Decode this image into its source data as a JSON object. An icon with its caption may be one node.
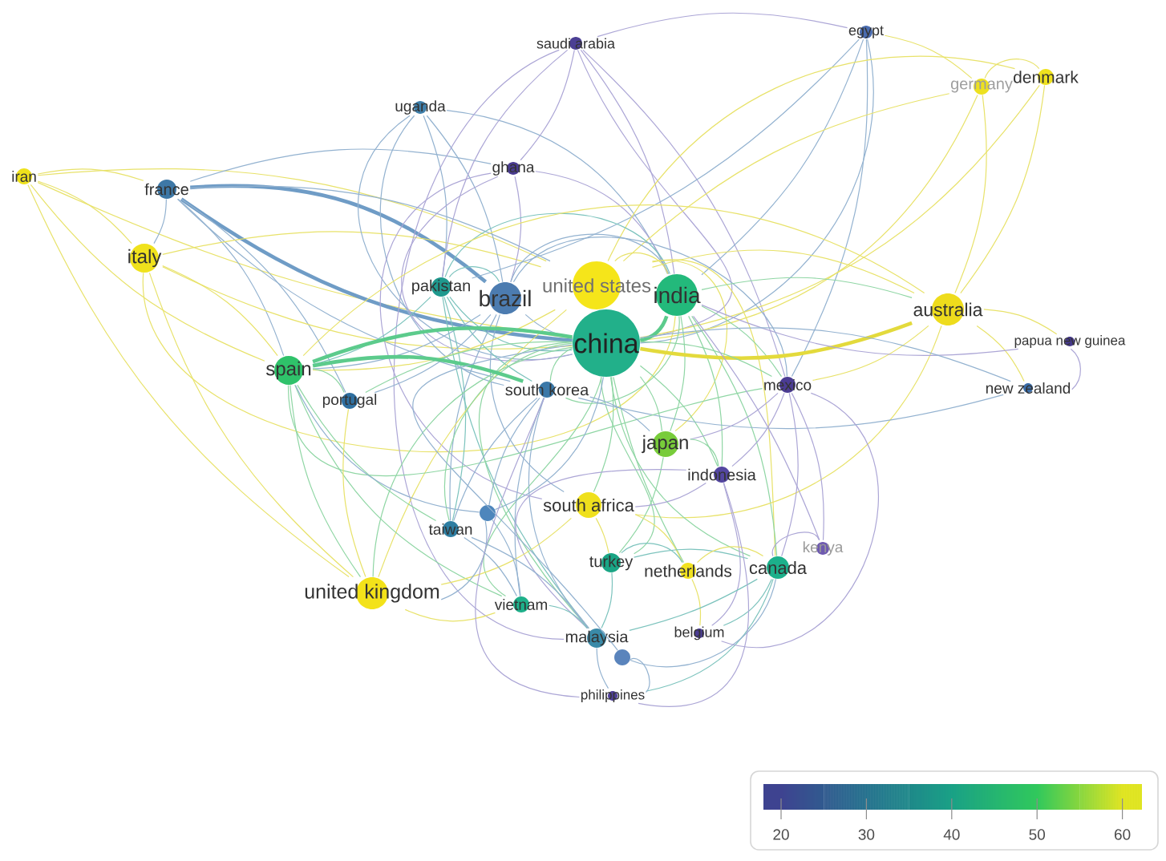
{
  "diagram": {
    "nodes": [
      {
        "text": [
          "egypt"
        ]
      },
      {
        "text": [
          "saudi arabia"
        ]
      },
      {
        "text": [
          "germany"
        ]
      },
      {
        "text": [
          "denmark"
        ]
      },
      {
        "text": [
          "uganda"
        ]
      },
      {
        "text": [
          "ghana"
        ]
      },
      {
        "text": [
          "iran"
        ]
      },
      {
        "text": [
          "france"
        ]
      },
      {
        "text": [
          "italy"
        ]
      },
      {
        "text": [
          "pakistan"
        ]
      },
      {
        "text": [
          "brazil"
        ]
      },
      {
        "text": [
          "united states"
        ]
      },
      {
        "text": [
          "india"
        ]
      },
      {
        "text": [
          "australia"
        ]
      },
      {
        "text": [
          "china"
        ]
      },
      {
        "text": [
          "papua new guinea"
        ]
      },
      {
        "text": [
          "spain"
        ]
      },
      {
        "text": [
          "south korea"
        ]
      },
      {
        "text": [
          "mexico"
        ]
      },
      {
        "text": [
          "new zealand"
        ]
      },
      {
        "text": [
          "portugal"
        ]
      },
      {
        "text": [
          "japan"
        ]
      },
      {
        "text": [
          "indonesia"
        ]
      },
      {
        "text": [
          "south africa"
        ]
      },
      {
        "text": [],
        "shape": "circle"
      },
      {
        "text": [
          "taiwan"
        ]
      },
      {
        "text": [
          "kenya"
        ]
      },
      {
        "text": [
          "turkey"
        ]
      },
      {
        "text": [
          "netherlands"
        ]
      },
      {
        "text": [
          "canada"
        ]
      },
      {
        "text": [
          "united kingdom"
        ]
      },
      {
        "text": [
          "vietnam"
        ]
      },
      {
        "text": [
          "malaysia"
        ]
      },
      {
        "text": [],
        "shape": "circle"
      },
      {
        "text": [
          "belgium"
        ]
      },
      {
        "text": [
          "philippines"
        ]
      }
    ],
    "edges": [
      {
        "from": 6,
        "to": 8,
        "arrow": "none",
        "color": "#e8e26a"
      },
      {
        "from": 6,
        "to": 7,
        "arrow": "none",
        "color": "#e8e26a"
      },
      {
        "from": 6,
        "to": 16,
        "arrow": "none",
        "color": "#e8e26a"
      },
      {
        "from": 6,
        "to": 14,
        "arrow": "none",
        "color": "#e8e26a"
      },
      {
        "from": 6,
        "to": 30,
        "arrow": "none",
        "color": "#e8e26a"
      },
      {
        "from": 6,
        "to": 11,
        "arrow": "none",
        "color": "#e8e26a"
      },
      {
        "from": 7,
        "to": 8,
        "arrow": "none",
        "color": "#93b2d0"
      },
      {
        "from": 7,
        "to": 10,
        "arrow": "none",
        "style": "thick",
        "color": "#6f9cc6"
      },
      {
        "from": 7,
        "to": 14,
        "arrow": "none",
        "style": "thick",
        "color": "#6f9cc6"
      },
      {
        "from": 7,
        "to": 16,
        "arrow": "none",
        "color": "#93b2d0"
      },
      {
        "from": 7,
        "to": 20,
        "arrow": "none",
        "color": "#93b2d0"
      },
      {
        "from": 7,
        "to": 17,
        "arrow": "none",
        "color": "#93b2d0"
      },
      {
        "from": 7,
        "to": 5,
        "arrow": "none",
        "color": "#93b2d0"
      },
      {
        "from": 7,
        "to": 11,
        "arrow": "none",
        "color": "#93b2d0"
      },
      {
        "from": 8,
        "to": 14,
        "arrow": "none",
        "color": "#e8e26a"
      },
      {
        "from": 8,
        "to": 16,
        "arrow": "none",
        "color": "#e8e26a"
      },
      {
        "from": 8,
        "to": 30,
        "arrow": "none",
        "color": "#e8e26a"
      },
      {
        "from": 8,
        "to": 11,
        "arrow": "none",
        "color": "#e8e26a"
      },
      {
        "from": 8,
        "to": 12,
        "arrow": "none",
        "color": "#e8e26a"
      },
      {
        "from": 4,
        "to": 9,
        "arrow": "none",
        "color": "#93b2d0"
      },
      {
        "from": 4,
        "to": 14,
        "arrow": "none",
        "color": "#93b2d0"
      },
      {
        "from": 4,
        "to": 17,
        "arrow": "none",
        "color": "#93b2d0"
      },
      {
        "from": 4,
        "to": 10,
        "arrow": "none",
        "color": "#93b2d0"
      },
      {
        "from": 4,
        "to": 12,
        "arrow": "none",
        "color": "#93b2d0"
      },
      {
        "from": 1,
        "to": 14,
        "arrow": "none",
        "color": "#aca6d6"
      },
      {
        "from": 1,
        "to": 12,
        "arrow": "none",
        "color": "#aca6d6"
      },
      {
        "from": 1,
        "to": 18,
        "arrow": "none",
        "color": "#aca6d6"
      },
      {
        "from": 1,
        "to": 9,
        "arrow": "none",
        "color": "#aca6d6"
      },
      {
        "from": 1,
        "to": 0,
        "arrow": "none",
        "color": "#aca6d6"
      },
      {
        "from": 1,
        "to": 32,
        "arrow": "none",
        "color": "#aca6d6"
      },
      {
        "from": 1,
        "to": 5,
        "arrow": "none",
        "color": "#aca6d6"
      },
      {
        "from": 5,
        "to": 14,
        "arrow": "none",
        "color": "#aca6d6"
      },
      {
        "from": 5,
        "to": 23,
        "arrow": "none",
        "color": "#aca6d6"
      },
      {
        "from": 5,
        "to": 10,
        "arrow": "none",
        "color": "#aca6d6"
      },
      {
        "from": 5,
        "to": 12,
        "arrow": "none",
        "color": "#aca6d6"
      },
      {
        "from": 0,
        "to": 14,
        "arrow": "none",
        "color": "#93b2d0"
      },
      {
        "from": 0,
        "to": 12,
        "arrow": "none",
        "color": "#93b2d0"
      },
      {
        "from": 0,
        "to": 18,
        "arrow": "none",
        "color": "#93b2d0"
      },
      {
        "from": 0,
        "to": 9,
        "arrow": "none",
        "color": "#93b2d0"
      },
      {
        "from": 0,
        "to": 2,
        "arrow": "none",
        "color": "#e8e26a"
      },
      {
        "from": 2,
        "to": 3,
        "arrow": "none",
        "color": "#e8e26a"
      },
      {
        "from": 2,
        "to": 13,
        "arrow": "none",
        "color": "#e8e26a"
      },
      {
        "from": 2,
        "to": 14,
        "arrow": "none",
        "color": "#e8e26a"
      },
      {
        "from": 2,
        "to": 11,
        "arrow": "none",
        "color": "#e8e26a"
      },
      {
        "from": 3,
        "to": 13,
        "arrow": "none",
        "color": "#e8e26a"
      },
      {
        "from": 3,
        "to": 14,
        "arrow": "none",
        "color": "#e8e26a"
      },
      {
        "from": 3,
        "to": 11,
        "arrow": "none",
        "color": "#e8e26a"
      },
      {
        "from": 9,
        "to": 14,
        "arrow": "none",
        "color": "#7cc3bd"
      },
      {
        "from": 9,
        "to": 10,
        "arrow": "none",
        "color": "#7cc3bd"
      },
      {
        "from": 9,
        "to": 12,
        "arrow": "none",
        "color": "#7cc3bd"
      },
      {
        "from": 9,
        "to": 17,
        "arrow": "none",
        "color": "#7cc3bd"
      },
      {
        "from": 9,
        "to": 25,
        "arrow": "none",
        "color": "#7cc3bd"
      },
      {
        "from": 9,
        "to": 16,
        "arrow": "none",
        "color": "#7cc3bd"
      },
      {
        "from": 9,
        "to": 32,
        "arrow": "none",
        "color": "#7cc3bd"
      },
      {
        "from": 10,
        "to": 14,
        "arrow": "none",
        "color": "#93b2d0"
      },
      {
        "from": 10,
        "to": 16,
        "arrow": "none",
        "color": "#93b2d0"
      },
      {
        "from": 10,
        "to": 12,
        "arrow": "none",
        "color": "#93b2d0"
      },
      {
        "from": 10,
        "to": 20,
        "arrow": "none",
        "color": "#93b2d0"
      },
      {
        "from": 10,
        "to": 23,
        "arrow": "none",
        "color": "#93b2d0"
      },
      {
        "from": 10,
        "to": 25,
        "arrow": "none",
        "color": "#93b2d0"
      },
      {
        "from": 10,
        "to": 18,
        "arrow": "none",
        "color": "#93b2d0"
      },
      {
        "from": 11,
        "to": 12,
        "arrow": "none",
        "color": "#e8e26a"
      },
      {
        "from": 11,
        "to": 16,
        "arrow": "none",
        "color": "#e8e26a"
      },
      {
        "from": 11,
        "to": 13,
        "arrow": "none",
        "color": "#e8e26a"
      },
      {
        "from": 11,
        "to": 30,
        "arrow": "none",
        "color": "#e8e26a"
      },
      {
        "from": 11,
        "to": 29,
        "arrow": "none",
        "color": "#e8e26a"
      },
      {
        "from": 11,
        "to": 21,
        "arrow": "none",
        "color": "#e8e26a"
      },
      {
        "from": 12,
        "to": 14,
        "arrow": "none",
        "style": "thick",
        "color": "#5ccb8c"
      },
      {
        "from": 12,
        "to": 13,
        "arrow": "none",
        "color": "#8fd6a4"
      },
      {
        "from": 12,
        "to": 18,
        "arrow": "none",
        "color": "#8fd6a4"
      },
      {
        "from": 12,
        "to": 17,
        "arrow": "none",
        "color": "#8fd6a4"
      },
      {
        "from": 12,
        "to": 21,
        "arrow": "none",
        "color": "#8fd6a4"
      },
      {
        "from": 12,
        "to": 29,
        "arrow": "none",
        "color": "#8fd6a4"
      },
      {
        "from": 12,
        "to": 22,
        "arrow": "none",
        "color": "#8fd6a4"
      },
      {
        "from": 13,
        "to": 14,
        "arrow": "none",
        "style": "thick",
        "color": "#e3da3c"
      },
      {
        "from": 13,
        "to": 19,
        "arrow": "none",
        "color": "#e8e26a"
      },
      {
        "from": 13,
        "to": 15,
        "arrow": "none",
        "color": "#e8e26a"
      },
      {
        "from": 13,
        "to": 18,
        "arrow": "none",
        "color": "#e8e26a"
      },
      {
        "from": 13,
        "to": 23,
        "arrow": "none",
        "color": "#e8e26a"
      },
      {
        "from": 13,
        "to": 16,
        "arrow": "none",
        "color": "#e8e26a"
      },
      {
        "from": 14,
        "to": 16,
        "arrow": "none",
        "style": "thick",
        "color": "#5ccb8c"
      },
      {
        "from": 14,
        "to": 17,
        "arrow": "none",
        "color": "#8fd6a4"
      },
      {
        "from": 14,
        "to": 21,
        "arrow": "none",
        "color": "#8fd6a4"
      },
      {
        "from": 14,
        "to": 18,
        "arrow": "none",
        "color": "#8fd6a4"
      },
      {
        "from": 14,
        "to": 29,
        "arrow": "none",
        "color": "#8fd6a4"
      },
      {
        "from": 14,
        "to": 23,
        "arrow": "none",
        "color": "#8fd6a4"
      },
      {
        "from": 14,
        "to": 27,
        "arrow": "none",
        "color": "#8fd6a4"
      },
      {
        "from": 14,
        "to": 31,
        "arrow": "none",
        "color": "#8fd6a4"
      },
      {
        "from": 14,
        "to": 32,
        "arrow": "none",
        "color": "#8fd6a4"
      },
      {
        "from": 14,
        "to": 25,
        "arrow": "none",
        "color": "#8fd6a4"
      },
      {
        "from": 14,
        "to": 20,
        "arrow": "none",
        "color": "#8fd6a4"
      },
      {
        "from": 14,
        "to": 30,
        "arrow": "none",
        "color": "#8fd6a4"
      },
      {
        "from": 14,
        "to": 28,
        "arrow": "none",
        "color": "#8fd6a4"
      },
      {
        "from": 14,
        "to": 22,
        "arrow": "none",
        "color": "#8fd6a4"
      },
      {
        "from": 15,
        "to": 19,
        "arrow": "none",
        "color": "#aca6d6"
      },
      {
        "from": 15,
        "to": 12,
        "arrow": "none",
        "color": "#aca6d6"
      },
      {
        "from": 19,
        "to": 14,
        "arrow": "none",
        "color": "#93b2d0"
      },
      {
        "from": 19,
        "to": 17,
        "arrow": "none",
        "color": "#93b2d0"
      },
      {
        "from": 16,
        "to": 20,
        "arrow": "none",
        "color": "#8fd6a4"
      },
      {
        "from": 16,
        "to": 17,
        "arrow": "none",
        "style": "thick",
        "color": "#5ccb8c"
      },
      {
        "from": 16,
        "to": 30,
        "arrow": "none",
        "color": "#8fd6a4"
      },
      {
        "from": 16,
        "to": 18,
        "arrow": "none",
        "color": "#8fd6a4"
      },
      {
        "from": 16,
        "to": 31,
        "arrow": "none",
        "color": "#8fd6a4"
      },
      {
        "from": 16,
        "to": 25,
        "arrow": "none",
        "color": "#8fd6a4"
      },
      {
        "from": 17,
        "to": 31,
        "arrow": "none",
        "color": "#93b2d0"
      },
      {
        "from": 17,
        "to": 25,
        "arrow": "none",
        "color": "#93b2d0"
      },
      {
        "from": 17,
        "to": 32,
        "arrow": "none",
        "color": "#93b2d0"
      },
      {
        "from": 17,
        "to": 21,
        "arrow": "none",
        "color": "#93b2d0"
      },
      {
        "from": 18,
        "to": 22,
        "arrow": "none",
        "color": "#aca6d6"
      },
      {
        "from": 18,
        "to": 29,
        "arrow": "none",
        "color": "#aca6d6"
      },
      {
        "from": 18,
        "to": 26,
        "arrow": "none",
        "color": "#aca6d6"
      },
      {
        "from": 18,
        "to": 21,
        "arrow": "none",
        "color": "#aca6d6"
      },
      {
        "from": 21,
        "to": 22,
        "arrow": "none",
        "color": "#8fd6a4"
      },
      {
        "from": 21,
        "to": 27,
        "arrow": "none",
        "color": "#8fd6a4"
      },
      {
        "from": 22,
        "to": 32,
        "arrow": "none",
        "color": "#aca6d6"
      },
      {
        "from": 22,
        "to": 34,
        "arrow": "none",
        "color": "#aca6d6"
      },
      {
        "from": 22,
        "to": 23,
        "arrow": "none",
        "color": "#aca6d6"
      },
      {
        "from": 23,
        "to": 27,
        "arrow": "none",
        "color": "#e8e26a"
      },
      {
        "from": 23,
        "to": 30,
        "arrow": "none",
        "color": "#e8e26a"
      },
      {
        "from": 23,
        "to": 28,
        "arrow": "none",
        "color": "#e8e26a"
      },
      {
        "from": 24,
        "to": 14,
        "arrow": "none",
        "color": "#93b2d0"
      },
      {
        "from": 24,
        "to": 16,
        "arrow": "none",
        "color": "#93b2d0"
      },
      {
        "from": 24,
        "to": 30,
        "arrow": "none",
        "color": "#93b2d0"
      },
      {
        "from": 24,
        "to": 17,
        "arrow": "none",
        "color": "#93b2d0"
      },
      {
        "from": 24,
        "to": 31,
        "arrow": "none",
        "color": "#93b2d0"
      },
      {
        "from": 25,
        "to": 31,
        "arrow": "none",
        "color": "#93b2d0"
      },
      {
        "from": 25,
        "to": 32,
        "arrow": "none",
        "color": "#93b2d0"
      },
      {
        "from": 26,
        "to": 29,
        "arrow": "none",
        "color": "#aca6d6"
      },
      {
        "from": 26,
        "to": 12,
        "arrow": "none",
        "color": "#aca6d6"
      },
      {
        "from": 27,
        "to": 32,
        "arrow": "none",
        "color": "#7cc3bd"
      },
      {
        "from": 27,
        "to": 29,
        "arrow": "none",
        "color": "#7cc3bd"
      },
      {
        "from": 27,
        "to": 28,
        "arrow": "none",
        "color": "#7cc3bd"
      },
      {
        "from": 28,
        "to": 34,
        "arrow": "none",
        "color": "#e8e26a"
      },
      {
        "from": 28,
        "to": 29,
        "arrow": "none",
        "color": "#e8e26a"
      },
      {
        "from": 29,
        "to": 32,
        "arrow": "none",
        "color": "#7cc3bd"
      },
      {
        "from": 29,
        "to": 35,
        "arrow": "none",
        "color": "#7cc3bd"
      },
      {
        "from": 29,
        "to": 34,
        "arrow": "none",
        "color": "#7cc3bd"
      },
      {
        "from": 30,
        "to": 31,
        "arrow": "none",
        "color": "#e8e26a"
      },
      {
        "from": 30,
        "to": 20,
        "arrow": "none",
        "color": "#e8e26a"
      },
      {
        "from": 31,
        "to": 32,
        "arrow": "none",
        "color": "#7cc3bd"
      },
      {
        "from": 32,
        "to": 35,
        "arrow": "none",
        "color": "#93b2d0"
      },
      {
        "from": 33,
        "to": 14,
        "arrow": "none",
        "color": "#93b2d0"
      },
      {
        "from": 33,
        "to": 35,
        "arrow": "none",
        "color": "#93b2d0"
      },
      {
        "from": 33,
        "to": 29,
        "arrow": "none",
        "color": "#93b2d0"
      },
      {
        "from": 34,
        "to": 18,
        "arrow": "none",
        "color": "#aca6d6"
      },
      {
        "from": 35,
        "to": 22,
        "arrow": "none",
        "color": "#aca6d6"
      },
      {
        "from": 35,
        "to": 17,
        "arrow": "none",
        "color": "#aca6d6"
      }
    ],
    "legend": [
      {
        "text": "20",
        "color": "#3e4390"
      },
      {
        "text": "30",
        "color": "#23708d"
      },
      {
        "text": "40",
        "color": "#1aa186"
      },
      {
        "text": "50",
        "color": "#30c85c"
      },
      {
        "text": "60",
        "color": "#dfe41f"
      }
    ]
  }
}
